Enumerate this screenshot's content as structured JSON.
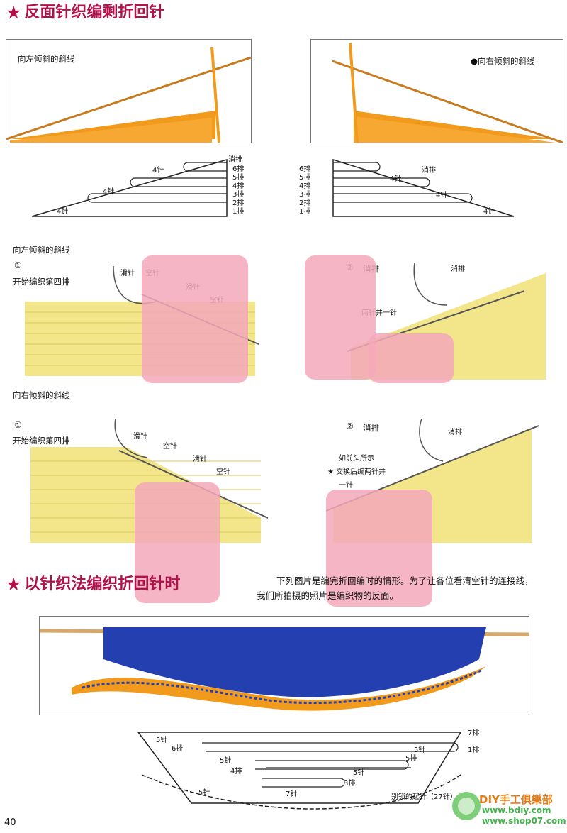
{
  "section1": {
    "star": "★",
    "title": "反面针织编剩折回针"
  },
  "photo_left": {
    "caption": "向左倾斜的斜线"
  },
  "photo_right": {
    "caption": "●向右倾斜的斜线"
  },
  "diagram_left": {
    "rows": [
      "消排",
      "6排",
      "5排",
      "4排",
      "3排",
      "2排",
      "1排"
    ],
    "stitches": [
      "4针",
      "4针",
      "4针"
    ]
  },
  "diagram_right": {
    "rows": [
      "6排",
      "5排",
      "4排",
      "3排",
      "2排",
      "1排"
    ],
    "top": "消排",
    "stitches": [
      "4针",
      "4针",
      "4针"
    ]
  },
  "block_left_slant": {
    "heading": "向左倾斜的斜线",
    "step1_num": "①",
    "step1_text": "开始编织第四排",
    "labels": [
      "滑针",
      "空针",
      "滑针",
      "空针"
    ],
    "step2_num": "②",
    "step2_text": "消排",
    "step2_label1": "消排",
    "step2_label2": "两针并一针"
  },
  "block_right_slant": {
    "heading": "向右倾斜的斜线",
    "step1_num": "①",
    "step1_text": "开始编织第四排",
    "labels": [
      "滑针",
      "空针",
      "滑针",
      "空针"
    ],
    "step2_num": "②",
    "step2_text": "消排",
    "step2_label1": "消排",
    "step2_note1": "如前头所示",
    "step2_note2": "★ 交换后编两针并",
    "step2_note3": "一针"
  },
  "section2": {
    "star": "★",
    "title": "以针织法编织折回针时",
    "note1": "下列图片是编完折回编时的情形。为了让各位看清空针的连接线，",
    "note2": "我们所拍摄的照片是编织物的反面。"
  },
  "diagram_bottom": {
    "labels": [
      "5针",
      "6排",
      "7排",
      "5针",
      "1排",
      "5针",
      "5排",
      "4排",
      "5针",
      "3排",
      "7针",
      "5针"
    ],
    "cast_on": "别锁的起针（27针）"
  },
  "watermark": {
    "top": "DIY手工俱樂部",
    "sub": "www.bdiy.com",
    "sub2": "www.shop07.com"
  },
  "page_number": "40",
  "colors": {
    "accent": "#b1124a",
    "photo_orange": "#f29a1c",
    "photo_blue": "#2440b0",
    "yarn_yellow": "#f2e58a"
  }
}
